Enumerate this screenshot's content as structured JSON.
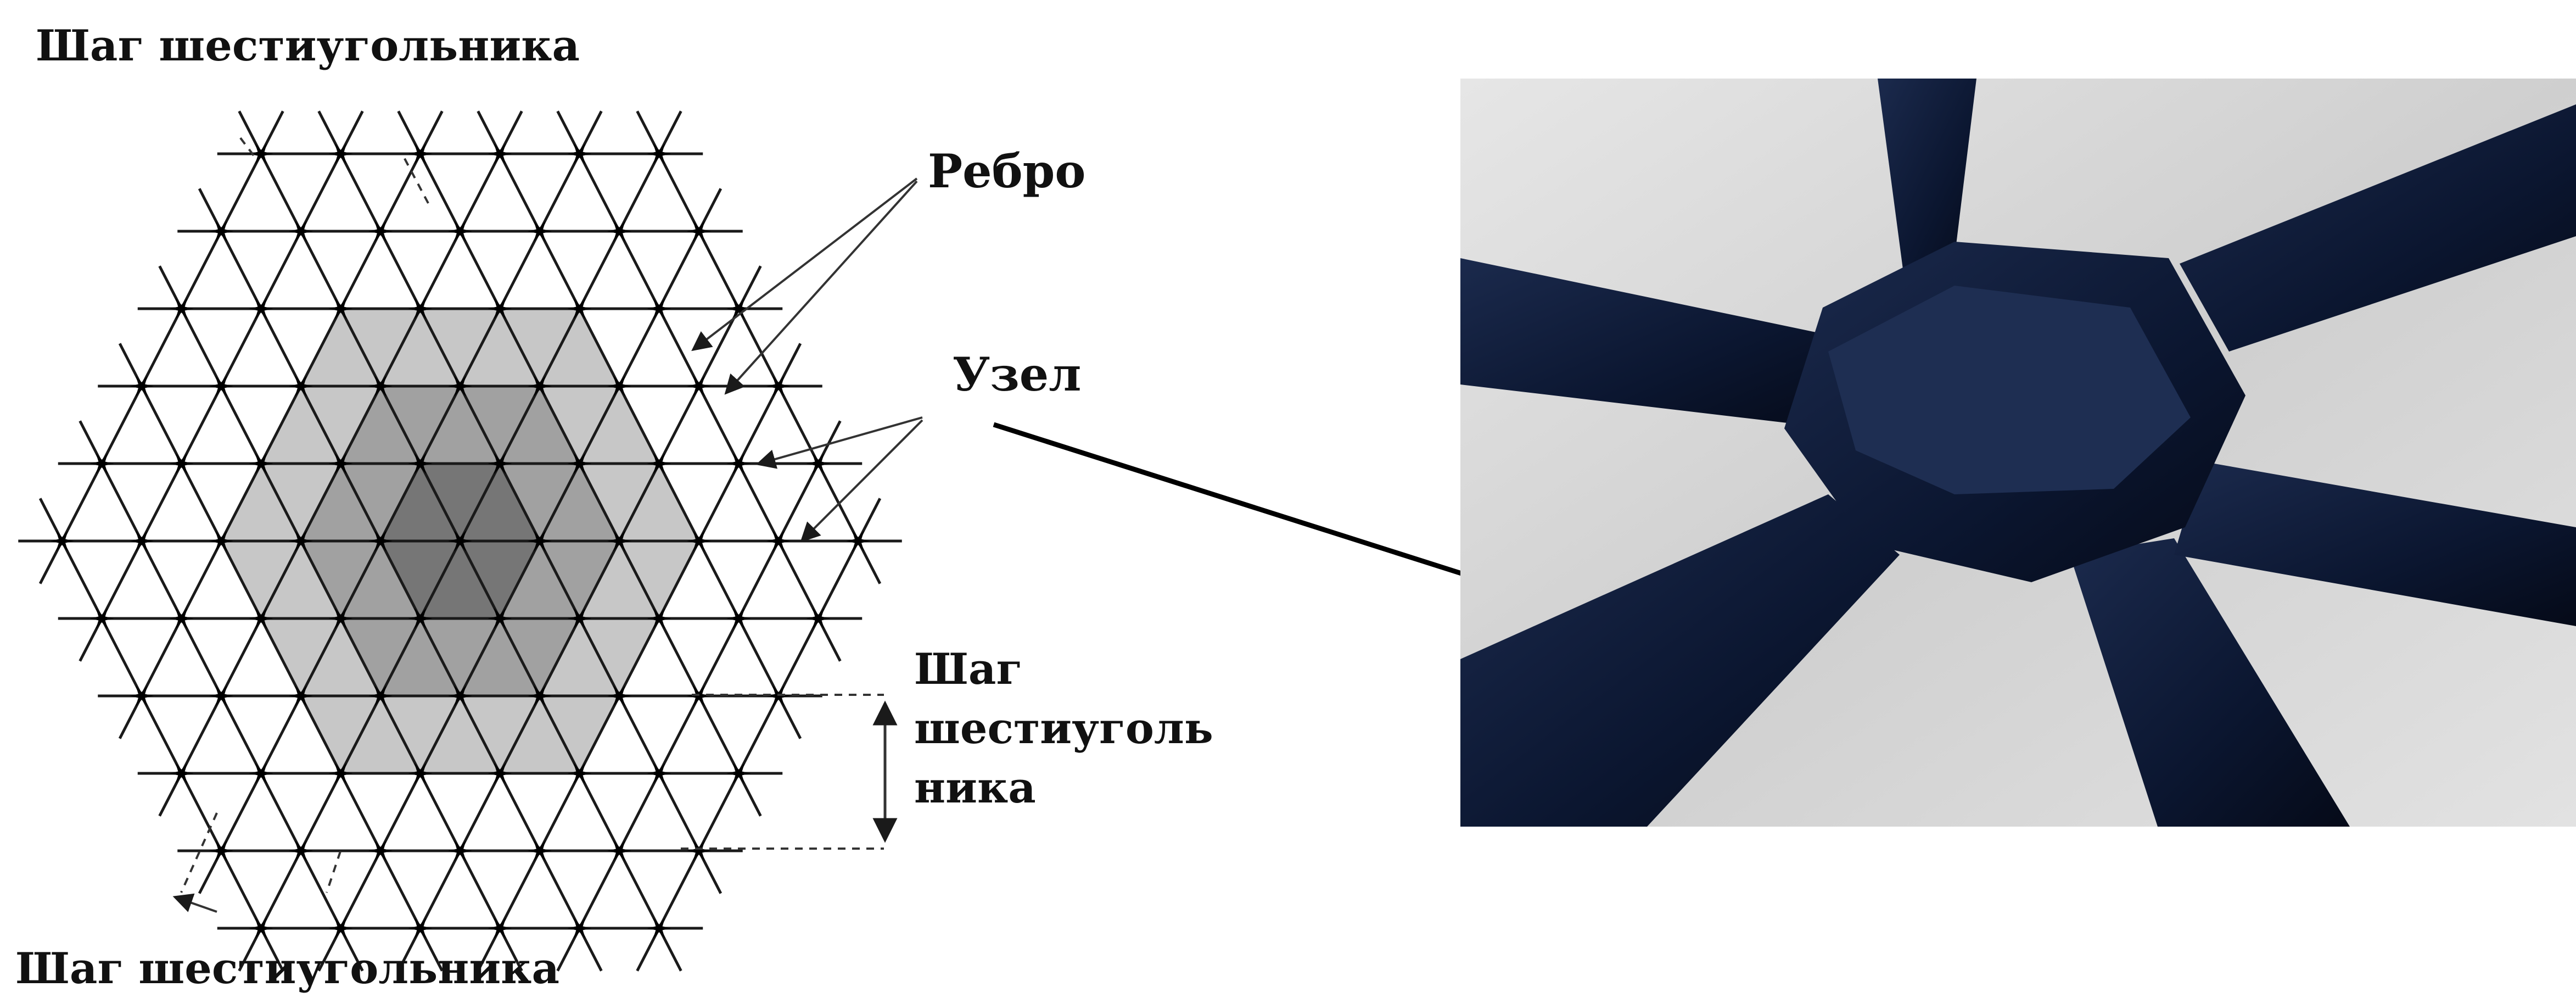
{
  "labels": {
    "pitch_top": "Шаг шестиугольника",
    "pitch_bottom": "Шаг шестиугольника",
    "rib": "Ребро",
    "node": "Узел",
    "pitch_side_line1": "Шаг",
    "pitch_side_line2": "шестиуголь",
    "pitch_side_line3": "ника"
  },
  "colors": {
    "line": "#1a1a1a",
    "shade_light": "#bdbdbd",
    "shade_mid": "#9a9a9a",
    "shade_dark": "#6f6f6f",
    "shade_darkest": "#444444",
    "photo_part": "#0d1a33",
    "photo_background": "#d9d9d9"
  }
}
